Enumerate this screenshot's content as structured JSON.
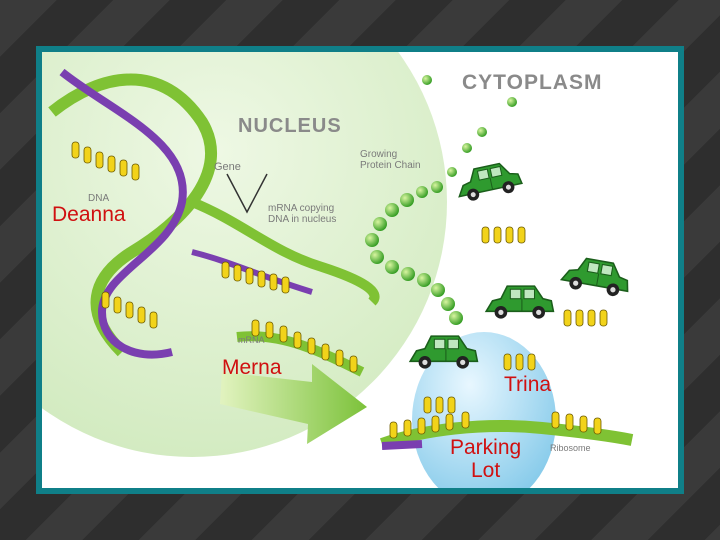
{
  "diagram": {
    "cytoplasm_label": "CYTOPLASM",
    "nucleus_label": "NUCLEUS",
    "gene_label": "Gene",
    "dna_label": "DNA",
    "growing_chain_label": "Growing\nProtein Chain",
    "mrna_copying_label": "mRNA copying\nDNA in nucleus",
    "mrna_label": "mRNA",
    "ribosome_label": "Ribosome"
  },
  "annotations": {
    "deanna": "Deanna",
    "merna": "Merna",
    "trina": "Trina",
    "parking_lot": "Parking\nLot"
  },
  "colors": {
    "frame": "#0f7f88",
    "annotation_text": "#d01010",
    "car_body": "#2f9a2f",
    "nucleus_fill": "#d9f0c8",
    "ribosome_fill": "#9fd8f0"
  }
}
